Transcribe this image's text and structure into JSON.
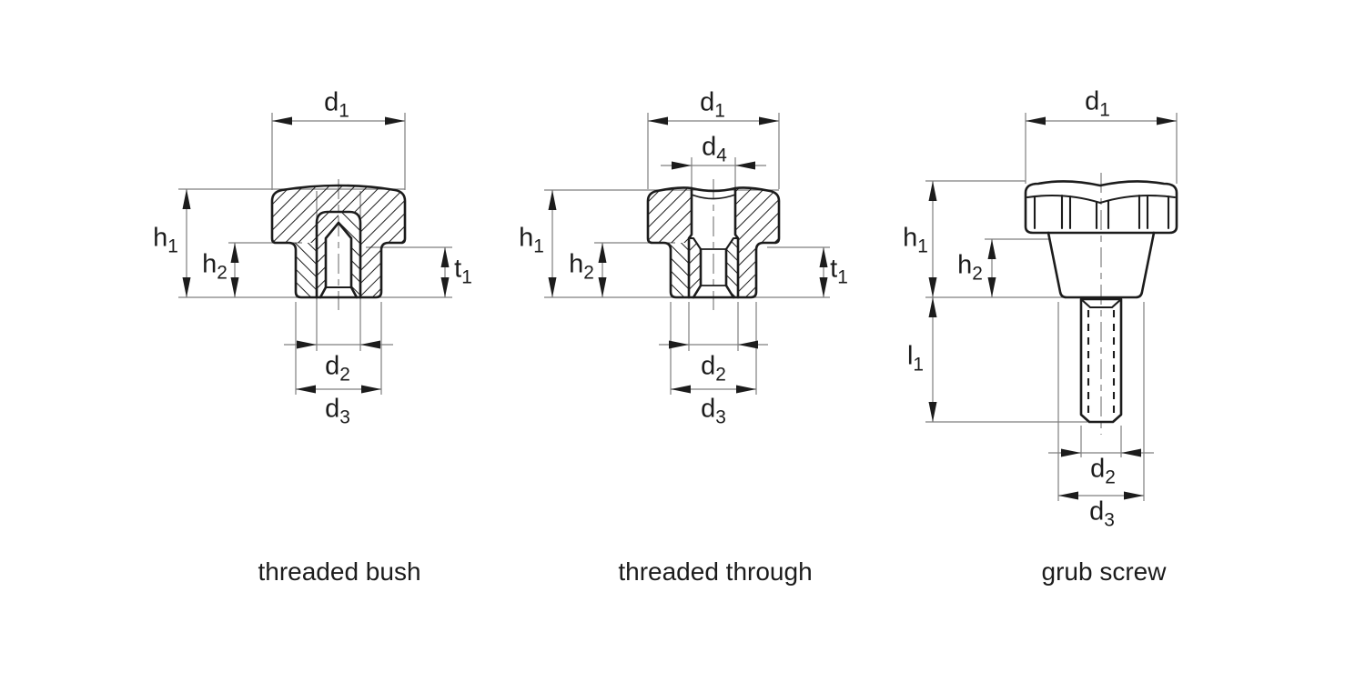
{
  "colors": {
    "background": "#ffffff",
    "outline": "#1c1c1c",
    "dimension_line": "#7f7f7f",
    "arrow": "#1c1c1c",
    "text": "#1c1c1c"
  },
  "figures": [
    {
      "caption": "threaded bush",
      "labels": {
        "d1": {
          "base": "d",
          "sub": "1"
        },
        "h1": {
          "base": "h",
          "sub": "1"
        },
        "h2": {
          "base": "h",
          "sub": "2"
        },
        "t1": {
          "base": "t",
          "sub": "1"
        },
        "d2": {
          "base": "d",
          "sub": "2"
        },
        "d3": {
          "base": "d",
          "sub": "3"
        }
      }
    },
    {
      "caption": "threaded through",
      "labels": {
        "d1": {
          "base": "d",
          "sub": "1"
        },
        "d4": {
          "base": "d",
          "sub": "4"
        },
        "h1": {
          "base": "h",
          "sub": "1"
        },
        "h2": {
          "base": "h",
          "sub": "2"
        },
        "t1": {
          "base": "t",
          "sub": "1"
        },
        "d2": {
          "base": "d",
          "sub": "2"
        },
        "d3": {
          "base": "d",
          "sub": "3"
        }
      }
    },
    {
      "caption": "grub screw",
      "labels": {
        "d1": {
          "base": "d",
          "sub": "1"
        },
        "h1": {
          "base": "h",
          "sub": "1"
        },
        "h2": {
          "base": "h",
          "sub": "2"
        },
        "l1": {
          "base": "l",
          "sub": "1"
        },
        "d2": {
          "base": "d",
          "sub": "2"
        },
        "d3": {
          "base": "d",
          "sub": "3"
        }
      }
    }
  ]
}
